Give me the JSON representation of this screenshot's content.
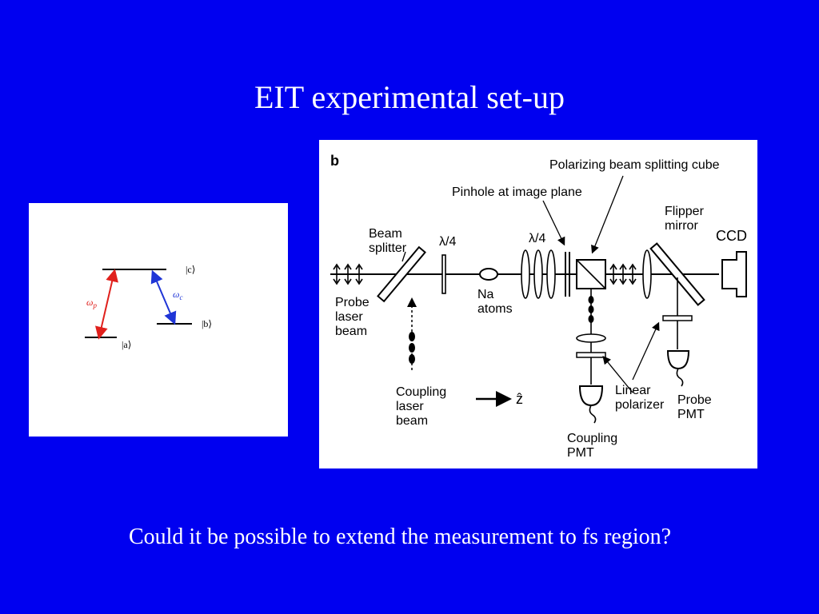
{
  "slide": {
    "title": "EIT experimental set-up",
    "question": "Could it be possible to extend the measurement to fs region?",
    "background_color": "#0000f0"
  },
  "level_diagram": {
    "state_c": "|c⟩",
    "state_b": "|b⟩",
    "state_a": "|a⟩",
    "probe_symbol": "ω",
    "probe_subscript": "p",
    "probe_color": "#e0201c",
    "coupling_symbol": "ω",
    "coupling_subscript": "c",
    "coupling_color": "#1f35d6"
  },
  "setup_diagram": {
    "panel_letter": "b",
    "polarizing_cube": "Polarizing beam splitting cube",
    "pinhole": "Pinhole at image plane",
    "beam_splitter_line1": "Beam",
    "beam_splitter_line2": "splitter",
    "quarter_wave_1": "λ/4",
    "quarter_wave_2": "λ/4",
    "flipper_line1": "Flipper",
    "flipper_line2": "mirror",
    "ccd": "CCD",
    "probe_laser_line1": "Probe",
    "probe_laser_line2": "laser",
    "probe_laser_line3": "beam",
    "na_line1": "Na",
    "na_line2": "atoms",
    "coupling_laser_line1": "Coupling",
    "coupling_laser_line2": "laser",
    "coupling_laser_line3": "beam",
    "z_axis": "ẑ",
    "linear_pol_line1": "Linear",
    "linear_pol_line2": "polarizer",
    "probe_pmt_line1": "Probe",
    "probe_pmt_line2": "PMT",
    "coupling_pmt_line1": "Coupling",
    "coupling_pmt_line2": "PMT"
  }
}
